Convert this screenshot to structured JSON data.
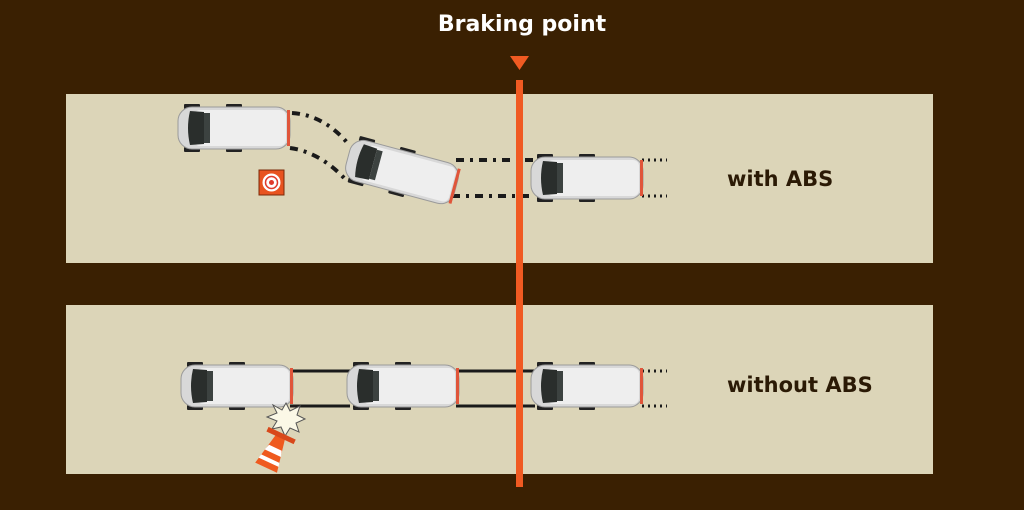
{
  "title": "Braking point",
  "lanes": [
    {
      "label": "with ABS"
    },
    {
      "label": "without ABS"
    }
  ],
  "colors": {
    "background": "#3a2002",
    "road": "#dcd5b8",
    "braking_line": "#f05a22"
  }
}
